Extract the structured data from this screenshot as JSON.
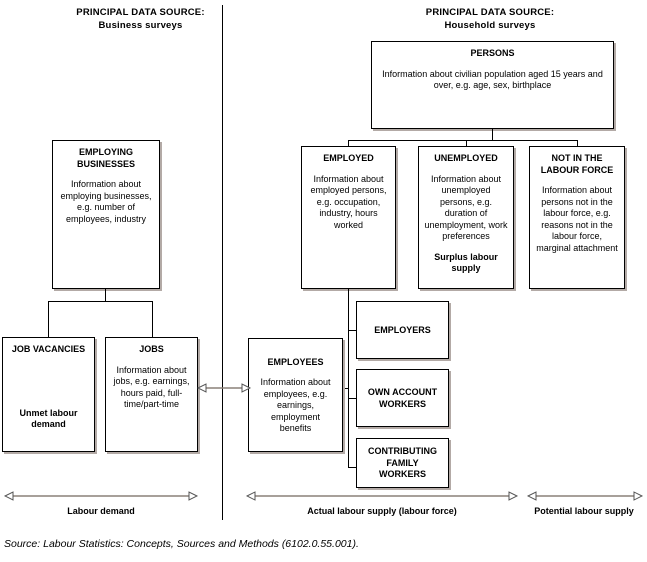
{
  "headers": {
    "left": {
      "line1": "PRINCIPAL DATA SOURCE:",
      "line2": "Business surveys"
    },
    "right": {
      "line1": "PRINCIPAL DATA SOURCE:",
      "line2": "Household surveys"
    }
  },
  "boxes": {
    "persons": {
      "title": "PERSONS",
      "body": "Information about civilian population aged 15 years and over, e.g. age, sex, birthplace"
    },
    "employing_businesses": {
      "title": "EMPLOYING BUSINESSES",
      "body": "Information about employing businesses, e.g. number of employees, industry"
    },
    "employed": {
      "title": "EMPLOYED",
      "body": "Information about employed persons, e.g. occupation, industry, hours worked"
    },
    "unemployed": {
      "title": "UNEMPLOYED",
      "body": "Information about unemployed persons, e.g. duration of unemployment, work preferences",
      "sub": "Surplus labour supply"
    },
    "not_in_labour_force": {
      "title": "NOT IN THE LABOUR FORCE",
      "body": "Information about persons not in the labour force, e.g. reasons not in the labour force, marginal attachment"
    },
    "job_vacancies": {
      "title": "JOB VACANCIES",
      "sub": "Unmet labour demand"
    },
    "jobs": {
      "title": "JOBS",
      "body": "Information about jobs, e.g. earnings, hours paid, full-time/part-time"
    },
    "employees": {
      "title": "EMPLOYEES",
      "body": "Information about employees, e.g. earnings, employment benefits"
    },
    "employers": {
      "title": "EMPLOYERS"
    },
    "own_account_workers": {
      "title": "OWN ACCOUNT WORKERS"
    },
    "contributing_family_workers": {
      "title": "CONTRIBUTING FAMILY WORKERS"
    }
  },
  "axis_labels": {
    "labour_demand": "Labour demand",
    "actual_labour_supply": "Actual labour supply (labour force)",
    "potential_labour_supply": "Potential labour supply"
  },
  "source": "Source: Labour Statistics: Concepts, Sources and Methods (6102.0.55.001).",
  "colors": {
    "line": "#000000",
    "shadow": "#b3aaa6",
    "arrow": "#8a8079",
    "background": "#ffffff"
  }
}
